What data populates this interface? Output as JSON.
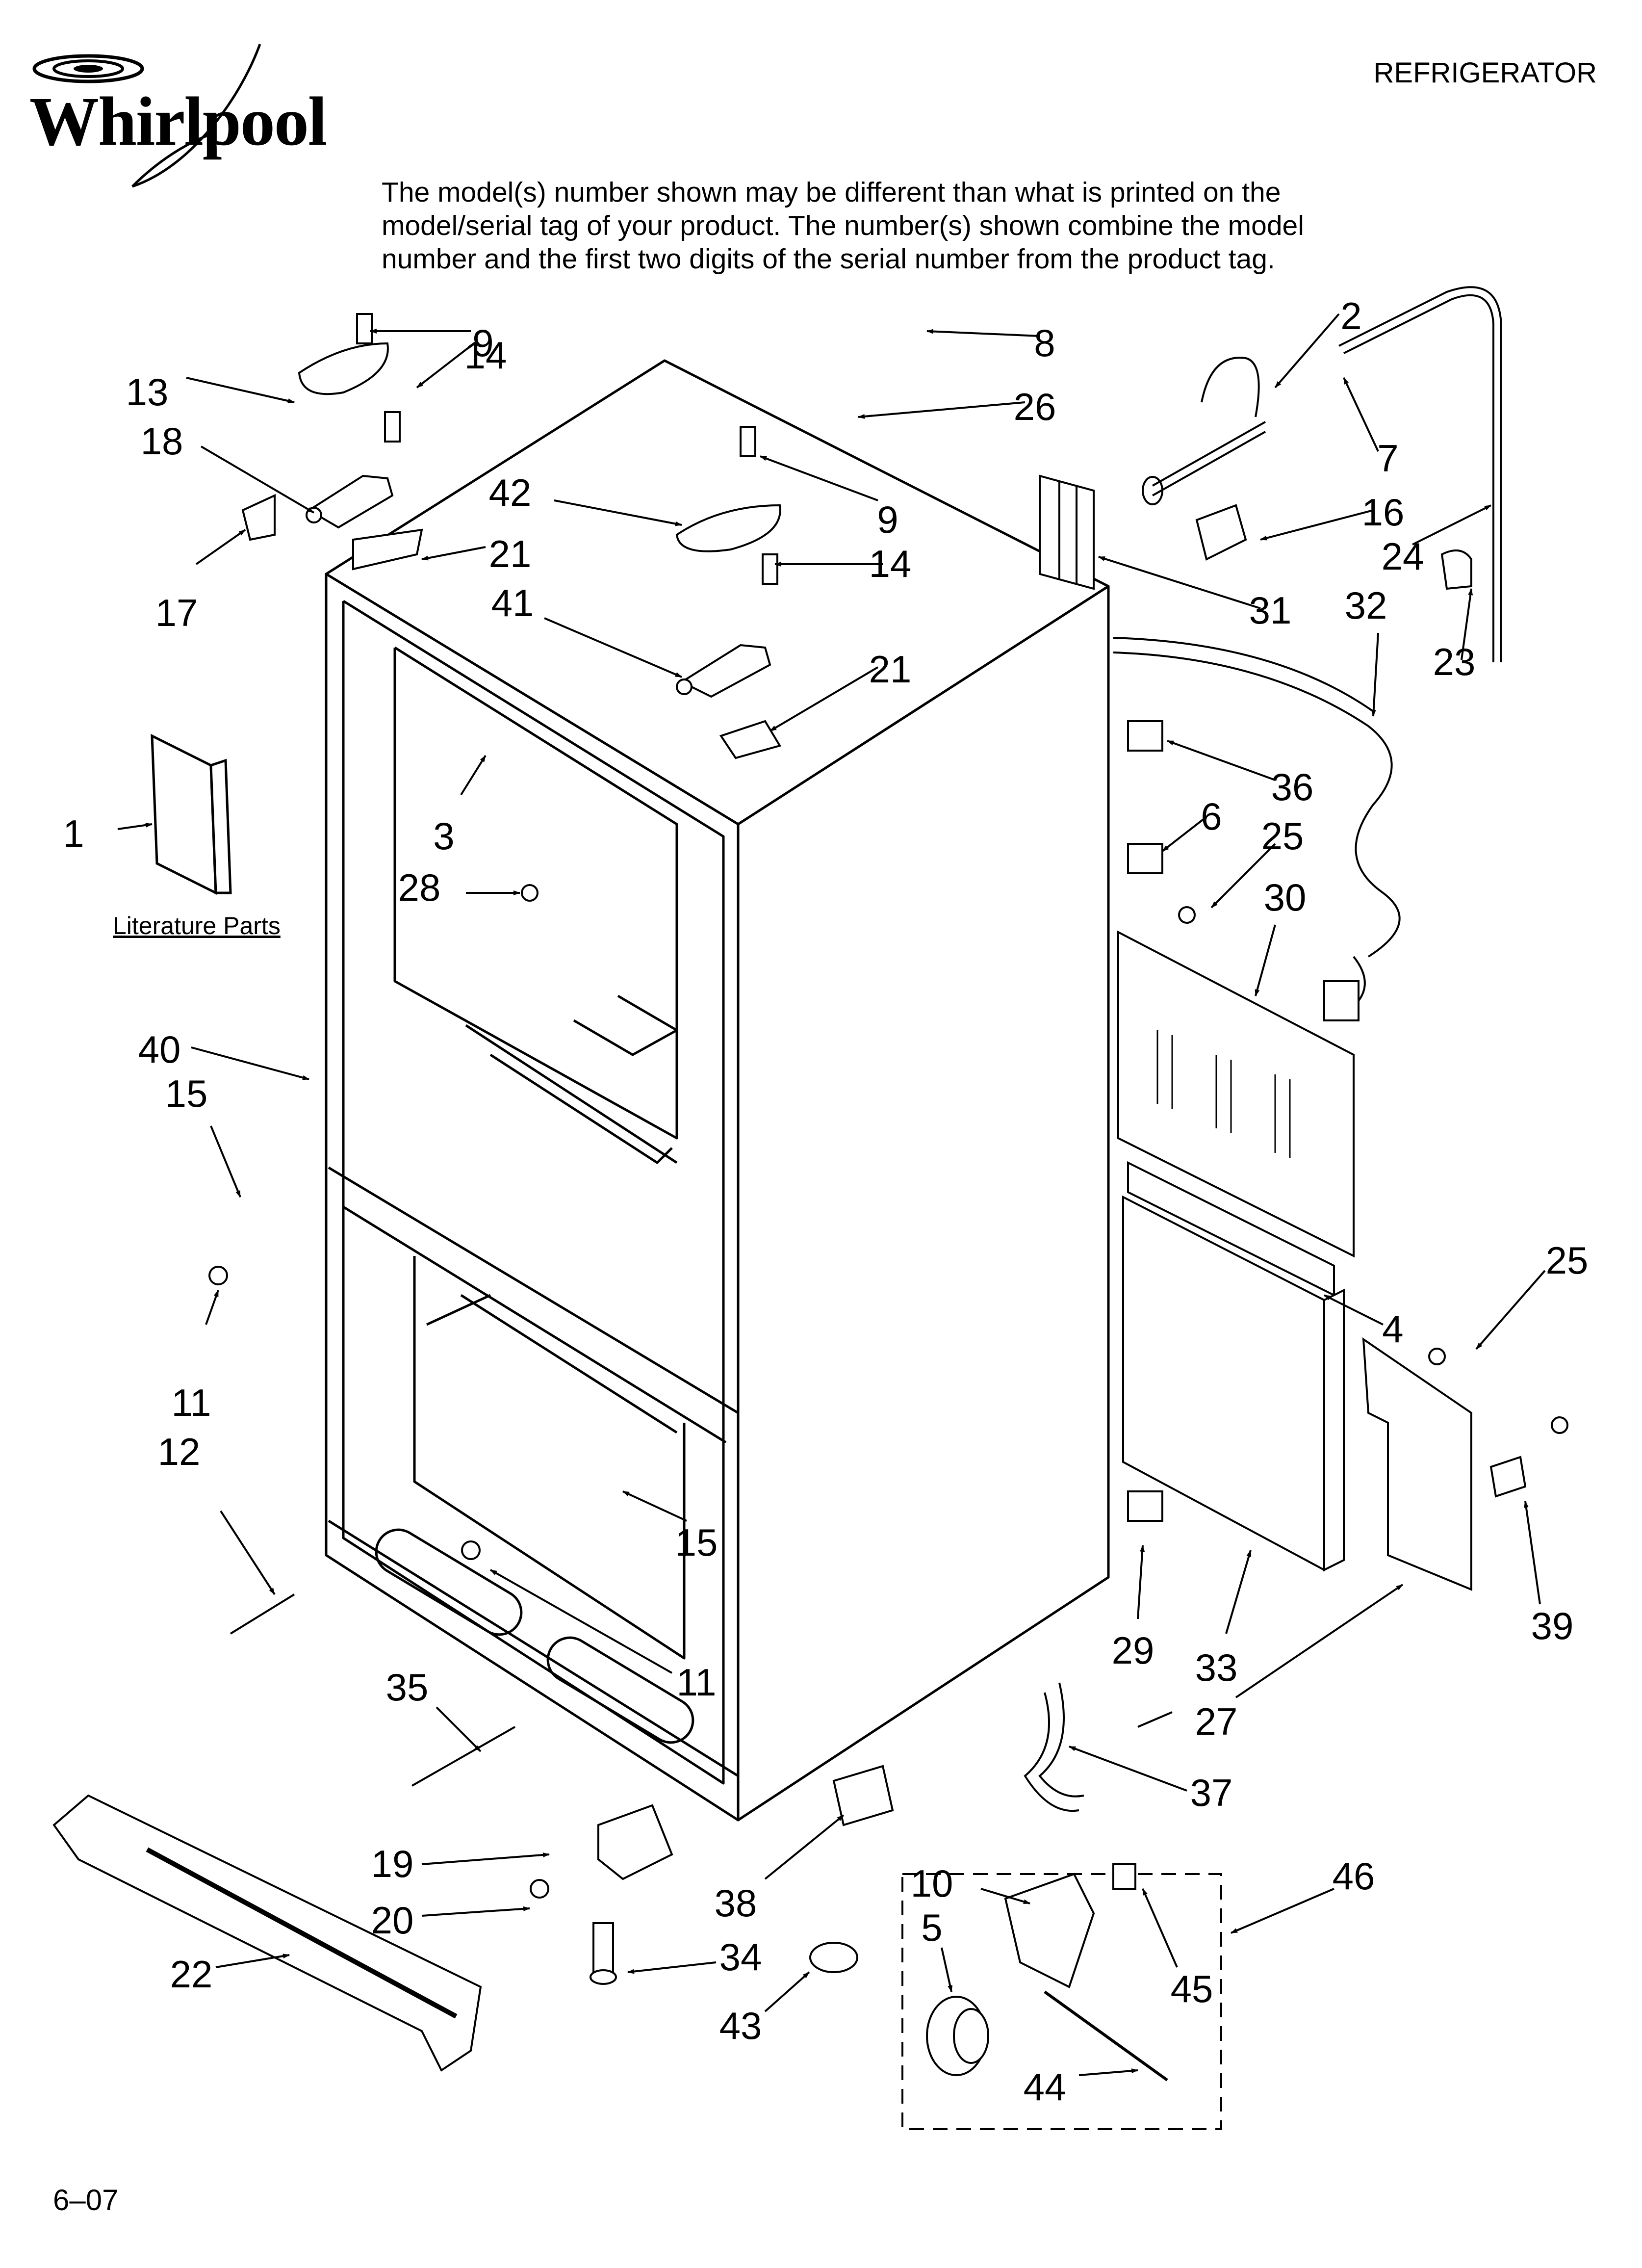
{
  "brand": "Whirlpool",
  "category": "REFRIGERATOR",
  "notice": [
    "The model(s) number shown may be different than what is printed on the",
    "model/serial tag of your product. The number(s) shown combine the model",
    "number and the first two digits of the serial number from the product tag."
  ],
  "footer_code": "6–07",
  "literature_label": "Literature Parts",
  "callouts": [
    "9",
    "13",
    "14",
    "18",
    "17",
    "21",
    "42",
    "41",
    "9",
    "14",
    "21",
    "8",
    "26",
    "2",
    "7",
    "16",
    "24",
    "32",
    "23",
    "31",
    "36",
    "6",
    "25",
    "30",
    "1",
    "3",
    "28",
    "40",
    "15",
    "11",
    "12",
    "15",
    "11",
    "4",
    "25",
    "39",
    "33",
    "29",
    "27",
    "35",
    "37",
    "19",
    "20",
    "38",
    "34",
    "43",
    "22",
    "10",
    "5",
    "46",
    "45",
    "44"
  ]
}
